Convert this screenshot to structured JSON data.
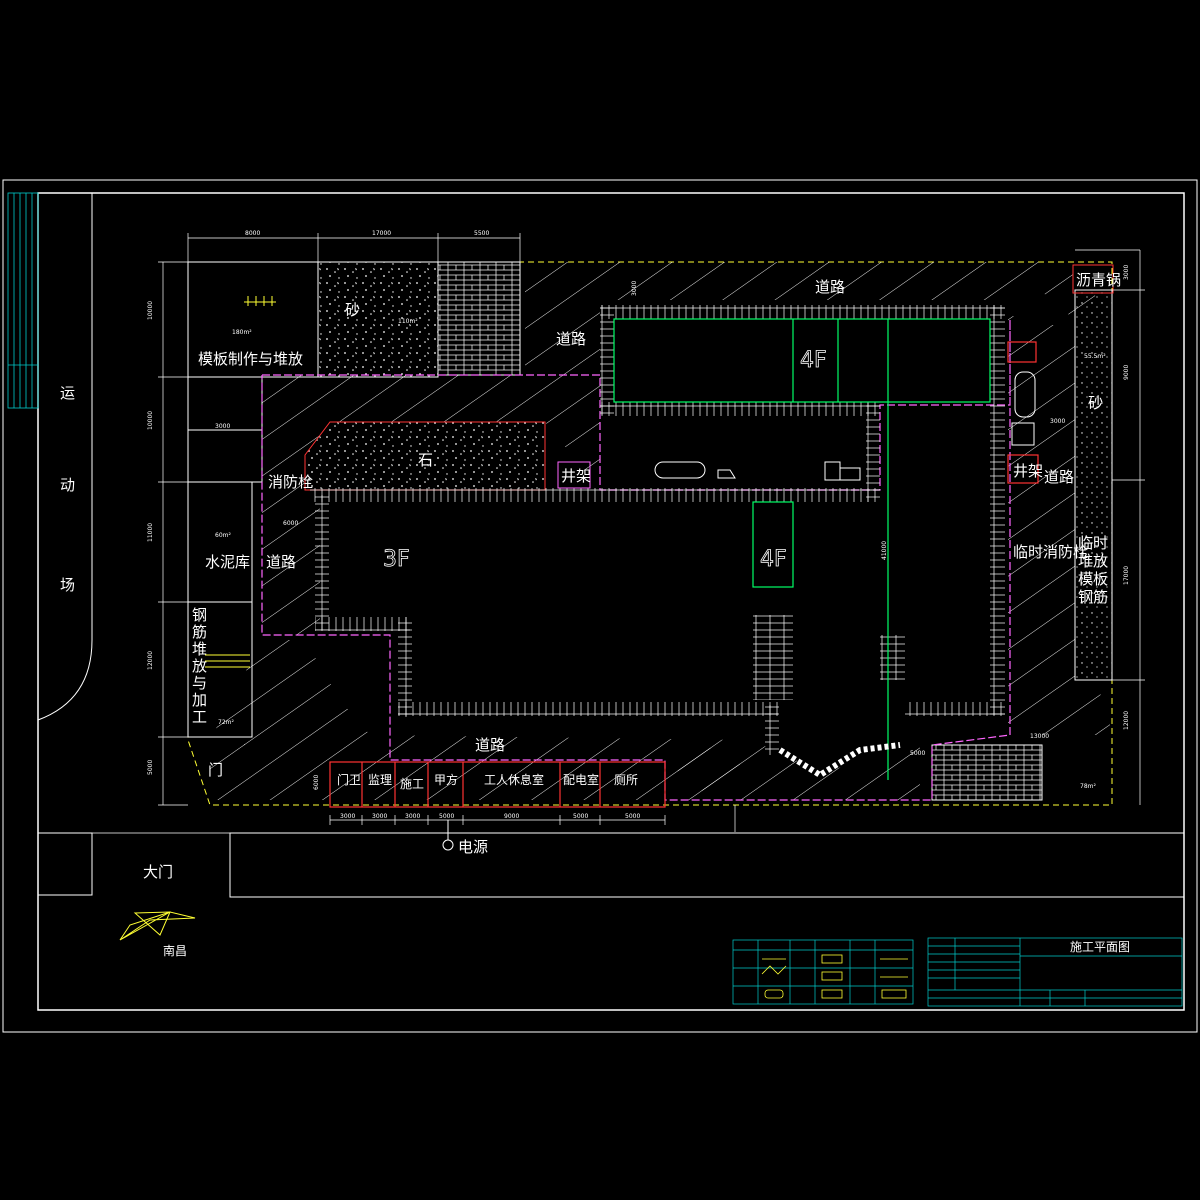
{
  "drawing": {
    "title": "施工平面图",
    "colors": {
      "background": "#000000",
      "frame": "#ffffff",
      "building_outline": "#00ff66",
      "fence": "#ff66ff",
      "facility": "#ff3333",
      "table_line": "#00cccc",
      "road_hatch": "#ffffff",
      "yellow": "#ffff33"
    }
  },
  "surroundings": {
    "sports_field": [
      "运",
      "动",
      "场"
    ],
    "main_gate": "大门",
    "gate": "门",
    "north_label": "南昌"
  },
  "zones": {
    "formwork": "模板制作与堆放",
    "sand_left": "砂",
    "stone": "石",
    "hydrant_left": "消防栓",
    "road_left": "道路",
    "cement": "水泥库",
    "rebar": [
      "钢",
      "筋",
      "堆",
      "放",
      "与",
      "加",
      "工"
    ],
    "road_top": "道路",
    "road_top_left": "道路",
    "road_bottom": "道路",
    "road_right": "道路",
    "hoist_left": "井架",
    "hoist_right": "井架",
    "asphalt": "沥青锅",
    "sand_right": "砂",
    "temp_hydrant": "临时消防栓",
    "temp_storage": [
      "临时",
      "堆放",
      "模板",
      "钢筋"
    ],
    "power": "电源",
    "area_formwork": "180m²",
    "area_sand": "110m²",
    "area_cement": "60m²",
    "area_rebar": "72m²",
    "area_right": "55.5m²",
    "area_br": "78m²"
  },
  "buildings": {
    "main": "3F",
    "north_wing": "4F",
    "center_wing": "4F"
  },
  "facilities": [
    "门卫",
    "监理",
    "施工",
    "甲方",
    "工人休息室",
    "配电室",
    "厕所"
  ],
  "dimensions": {
    "top": [
      "8000",
      "17000",
      "5500"
    ],
    "left": [
      "10000",
      "10000",
      "11000",
      "12000",
      "5000"
    ],
    "right": [
      "3000",
      "9000",
      "17000",
      "12000"
    ],
    "bottom": [
      "3000",
      "3000",
      "3000",
      "5000",
      "9000",
      "5000",
      "5000"
    ],
    "misc": [
      "6000",
      "3000",
      "3000",
      "41000",
      "13000",
      "6000",
      "3000",
      "5000"
    ]
  }
}
